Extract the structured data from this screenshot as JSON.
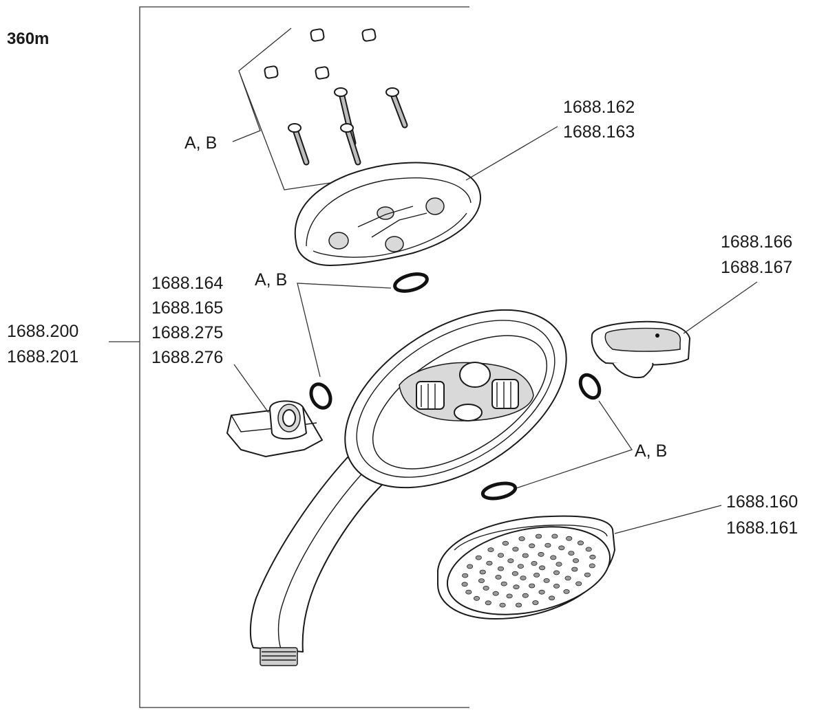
{
  "model": "360m",
  "labels": {
    "seal_kit_top": "A, B",
    "faceplate_1": "1688.162",
    "faceplate_2": "1688.163",
    "oring_left": "A, B",
    "connector_1": "1688.164",
    "connector_2": "1688.165",
    "connector_3": "1688.275",
    "connector_4": "1688.276",
    "handset_1": "1688.200",
    "handset_2": "1688.201",
    "button_1": "1688.166",
    "button_2": "1688.167",
    "oring_right": "A, B",
    "spray_plate_1": "1688.160",
    "spray_plate_2": "1688.161"
  }
}
